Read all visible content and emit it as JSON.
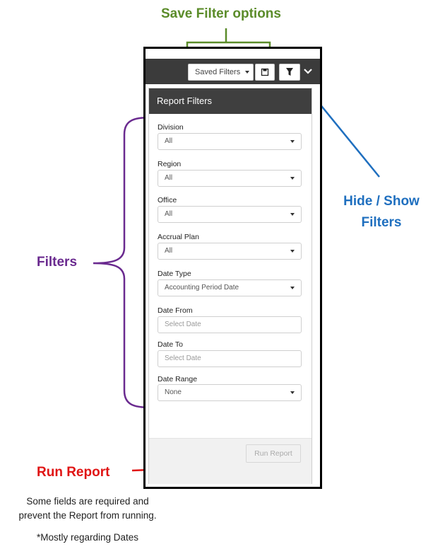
{
  "annotations": {
    "save_filter_options": "Save Filter options",
    "hide_show_line1": "Hide / Show",
    "hide_show_line2": "Filters",
    "filters": "Filters",
    "run_report": "Run Report",
    "note_line1": "Some fields are required and",
    "note_line2": "prevent the Report from running.",
    "note_line3": "*Mostly regarding Dates",
    "colors": {
      "green": "#5b8c2a",
      "blue": "#1f6fbf",
      "purple": "#6a2a8f",
      "red": "#e01414"
    }
  },
  "toolbar": {
    "saved_filters_label": "Saved Filters",
    "save_icon": "floppy-disk-icon",
    "filter_icon": "filter-funnel-icon",
    "expand_icon": "chevron-down-icon"
  },
  "dialog": {
    "title": "Report Filters",
    "fields": [
      {
        "label": "Division",
        "value": "All",
        "kind": "select"
      },
      {
        "label": "Region",
        "value": "All",
        "kind": "select"
      },
      {
        "label": "Office",
        "value": "All",
        "kind": "select"
      },
      {
        "label": "Accrual Plan",
        "value": "All",
        "kind": "select"
      },
      {
        "label": "Date Type",
        "value": "Accounting Period Date",
        "kind": "select"
      },
      {
        "label": "Date From",
        "placeholder": "Select Date",
        "kind": "date"
      },
      {
        "label": "Date To",
        "placeholder": "Select Date",
        "kind": "date"
      },
      {
        "label": "Date Range",
        "value": "None",
        "kind": "select"
      }
    ],
    "run_button_label": "Run Report"
  }
}
